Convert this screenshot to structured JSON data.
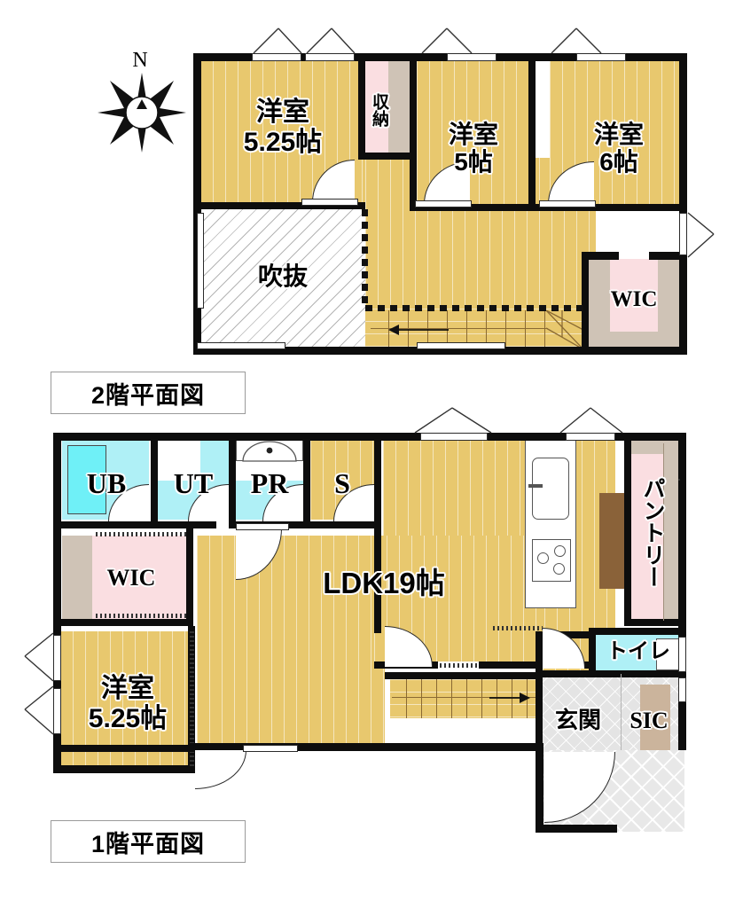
{
  "document": {
    "type": "floor-plan",
    "language": "ja"
  },
  "compass": {
    "north_label": "N",
    "icon": "compass-rose-icon"
  },
  "floors": [
    {
      "id": "floor-2",
      "caption": "2階平面図",
      "rooms": [
        {
          "key": "bedroom-525",
          "label": "洋室\n5.25帖",
          "name": "洋室",
          "size": "5.25帖",
          "type": "western-room"
        },
        {
          "key": "closet-shuno",
          "label": "収納",
          "name": "収納",
          "type": "storage"
        },
        {
          "key": "bedroom-5",
          "label": "洋室\n5帖",
          "name": "洋室",
          "size": "5帖",
          "type": "western-room"
        },
        {
          "key": "bedroom-6",
          "label": "洋室\n6帖",
          "name": "洋室",
          "size": "6帖",
          "type": "western-room"
        },
        {
          "key": "void",
          "label": "吹抜",
          "name": "吹抜",
          "type": "open-to-below"
        },
        {
          "key": "wic-2f",
          "label": "WIC",
          "name": "WIC",
          "type": "walk-in-closet"
        }
      ]
    },
    {
      "id": "floor-1",
      "caption": "1階平面図",
      "rooms": [
        {
          "key": "ub",
          "label": "UB",
          "name": "UB",
          "type": "unit-bath"
        },
        {
          "key": "ut",
          "label": "UT",
          "name": "UT",
          "type": "utility"
        },
        {
          "key": "pr",
          "label": "PR",
          "name": "PR",
          "type": "powder-room"
        },
        {
          "key": "s",
          "label": "S",
          "name": "S",
          "type": "service-room"
        },
        {
          "key": "wic-1f",
          "label": "WIC",
          "name": "WIC",
          "type": "walk-in-closet"
        },
        {
          "key": "ldk",
          "label": "LDK19帖",
          "name": "LDK",
          "size": "19帖",
          "type": "living-dining-kitchen"
        },
        {
          "key": "pantry",
          "label": "パントリー",
          "name": "パントリー",
          "type": "pantry"
        },
        {
          "key": "toilet",
          "label": "トイレ",
          "name": "トイレ",
          "type": "toilet"
        },
        {
          "key": "bedroom-1f-525",
          "label": "洋室\n5.25帖",
          "name": "洋室",
          "size": "5.25帖",
          "type": "western-room"
        },
        {
          "key": "genkan",
          "label": "玄関",
          "name": "玄関",
          "type": "entrance"
        },
        {
          "key": "sic",
          "label": "SIC",
          "name": "SIC",
          "type": "shoe-in-closet"
        }
      ]
    }
  ],
  "colors": {
    "wall": "#0d0d0d",
    "flooring": "#e8c86e",
    "closet_pink": "#fadee1",
    "closet_taupe": "#cfc3b6",
    "water_cyan": "#aff0f6",
    "tub_cyan": "#6ff0f7",
    "tile_gray": "#e4e4e4",
    "furniture_brown": "#8a6239",
    "background": "#ffffff"
  },
  "symbols": {
    "stair_direction_2f": "←",
    "stair_direction_1f": "→"
  }
}
